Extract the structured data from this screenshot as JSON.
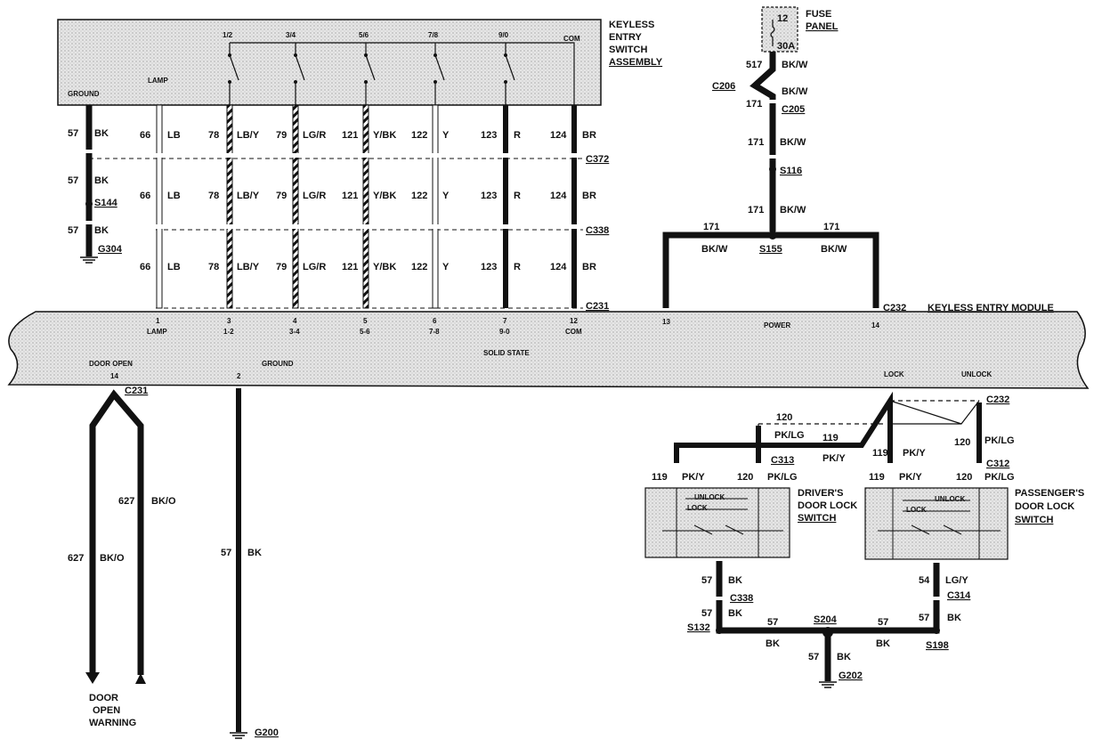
{
  "keyless_switch_assembly": {
    "title_lines": [
      "KEYLESS",
      "ENTRY",
      "SWITCH",
      "ASSEMBLY"
    ],
    "ground_label": "GROUND",
    "lamp_label": "LAMP",
    "switch_labels": [
      "1/2",
      "3/4",
      "5/6",
      "7/8",
      "9/0"
    ],
    "com_label": "COM"
  },
  "fuse_panel": {
    "title_lines": [
      "FUSE",
      "PANEL"
    ],
    "fuse_number": "12",
    "fuse_rating": "30A"
  },
  "ground_wire": {
    "circuit": "57",
    "color": "BK",
    "splice": "S144",
    "ground": "G304"
  },
  "wire_bundle": [
    {
      "circuit": "66",
      "color": "LB",
      "pin": "1",
      "pin_label": "LAMP"
    },
    {
      "circuit": "78",
      "color": "LB/Y",
      "pin": "3",
      "pin_label": "1-2"
    },
    {
      "circuit": "79",
      "color": "LG/R",
      "pin": "4",
      "pin_label": "3-4"
    },
    {
      "circuit": "121",
      "color": "Y/BK",
      "pin": "5",
      "pin_label": "5-6"
    },
    {
      "circuit": "122",
      "color": "Y",
      "pin": "6",
      "pin_label": "7-8"
    },
    {
      "circuit": "123",
      "color": "R",
      "pin": "7",
      "pin_label": "9-0"
    },
    {
      "circuit": "124",
      "color": "BR",
      "pin": "12",
      "pin_label": "COM"
    }
  ],
  "connectors": {
    "c372": "C372",
    "c338": "C338",
    "c231": "C231",
    "c232": "C232",
    "c206": "C206",
    "c205": "C205",
    "c313": "C313",
    "c312": "C312",
    "c314": "C314"
  },
  "power_feed": {
    "circuit_517": "517",
    "circuit_171": "171",
    "color": "BK/W",
    "splice_s116": "S116",
    "splice_s155": "S155"
  },
  "module": {
    "title": "KEYLESS ENTRY MODULE",
    "solid_state": "SOLID STATE",
    "power_label": "POWER",
    "pin_13": "13",
    "pin_14_power": "14",
    "door_open_label": "DOOR OPEN",
    "door_open_pin": "14",
    "ground_label": "GROUND",
    "ground_pin": "2",
    "lock_label": "LOCK",
    "unlock_label": "UNLOCK"
  },
  "door_open_warning": {
    "circuit": "627",
    "color": "BK/O",
    "destination_lines": [
      "DOOR",
      "OPEN",
      "WARNING"
    ]
  },
  "module_ground": {
    "circuit": "57",
    "color": "BK",
    "ground": "G200"
  },
  "lock_circuits": {
    "c120": "120",
    "c119": "119",
    "pklg": "PK/LG",
    "pky": "PK/Y"
  },
  "drivers_switch": {
    "title_lines": [
      "DRIVER'S",
      "DOOR LOCK",
      "SWITCH"
    ],
    "unlock": "UNLOCK",
    "lock": "LOCK"
  },
  "passengers_switch": {
    "title_lines": [
      "PASSENGER'S",
      "DOOR LOCK",
      "SWITCH"
    ],
    "unlock": "UNLOCK",
    "lock": "LOCK"
  },
  "switch_grounds": {
    "circuit_57": "57",
    "bk": "BK",
    "circuit_54": "54",
    "lgy": "LG/Y",
    "s132": "S132",
    "s204": "S204",
    "s198": "S198",
    "g202": "G202"
  }
}
